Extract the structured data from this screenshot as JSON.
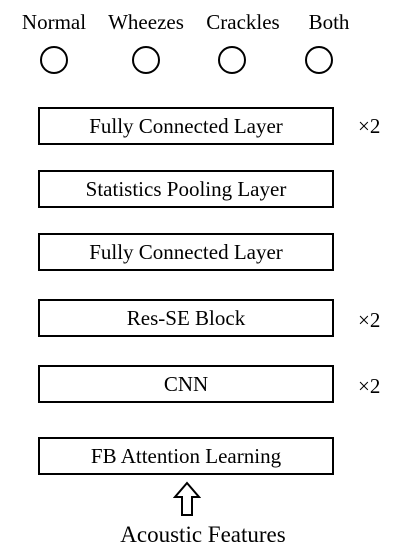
{
  "output_classes": [
    {
      "label": "Normal"
    },
    {
      "label": "Wheezes"
    },
    {
      "label": "Crackles"
    },
    {
      "label": "Both"
    }
  ],
  "layers": [
    {
      "label": "Fully Connected Layer",
      "multiplier": "×2"
    },
    {
      "label": "Statistics Pooling Layer",
      "multiplier": ""
    },
    {
      "label": "Fully Connected Layer",
      "multiplier": ""
    },
    {
      "label": "Res-SE Block",
      "multiplier": "×2"
    },
    {
      "label": "CNN",
      "multiplier": "×2"
    },
    {
      "label": "FB Attention Learning",
      "multiplier": ""
    }
  ],
  "input": {
    "label": "Acoustic Features",
    "arrow_icon": "up-arrow-icon"
  }
}
